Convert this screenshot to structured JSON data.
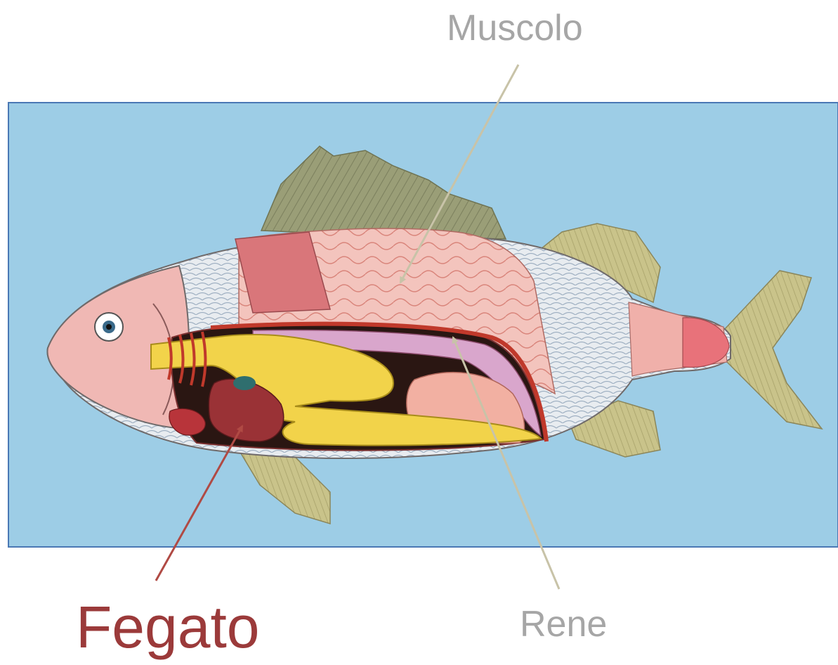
{
  "labels": {
    "muscle": "Muscolo",
    "kidney": "Rene",
    "liver": "Fegato"
  },
  "colors": {
    "background_panel": "#9dcde6",
    "panel_border": "#4a78b4",
    "label_gray": "#a6a6a6",
    "label_liver": "#9b3a3a",
    "arrow_gray": "#c8c3a8",
    "arrow_liver": "#b04a44"
  },
  "icons": [
    "fish-anatomy-illustration"
  ]
}
